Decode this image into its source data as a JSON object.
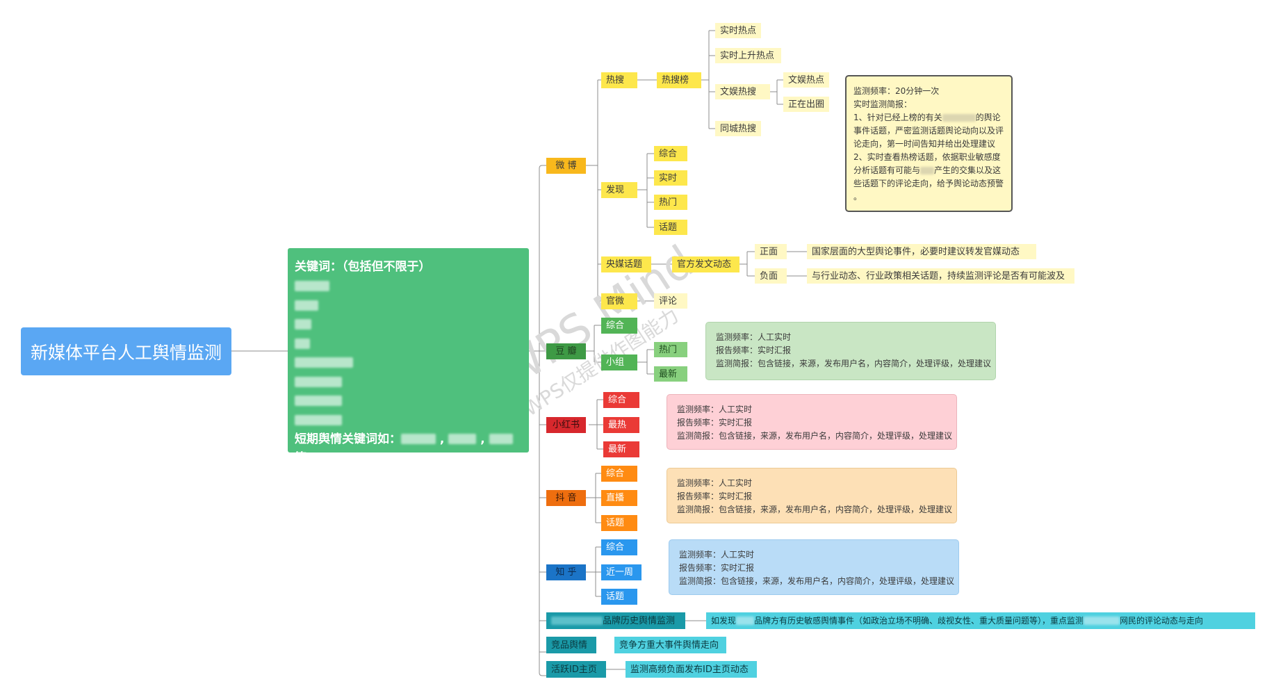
{
  "root": "新媒体平台人工舆情监测",
  "keywords": {
    "title": "关键词：（包括但不限于）",
    "short_label": "短期舆情关键词如：",
    "short_suffix": "等"
  },
  "platforms": {
    "weibo": {
      "label": "微 博",
      "hot": "热搜",
      "hotlist": "热搜榜",
      "realtime_hot": "实时热点",
      "rising_hot": "实时上升热点",
      "ent_hot": "文娱热搜",
      "ent_hotspot": "文娱热点",
      "showing": "正在出圈",
      "city_hot": "同城热搜",
      "discover": "发现",
      "discover_items": [
        "综合",
        "实时",
        "热门",
        "话题"
      ],
      "cctv_topic": "央媒话题",
      "official_post": "官方发文动态",
      "positive": "正面",
      "positive_desc": "国家层面的大型舆论事件，必要时建议转发官媒动态",
      "negative": "负面",
      "negative_desc": "与行业动态、行业政策相关话题，持续监测评论是否有可能波及",
      "official_weibo": "官微",
      "comment": "评论",
      "note": [
        "监测频率：20分钟一次",
        "实时监测简报：",
        "1、针对已经上榜的有关",
        "的舆论",
        "事件话题，严密监测话题舆论动向以及评",
        "论走向，第一时间告知并给出处理建议",
        "2、实时查看热榜话题，依据职业敏感度",
        "分析话题有可能与",
        "产生的交集以及这",
        "些话题下的评论走向，给予舆论动态预警",
        "。"
      ]
    },
    "douban": {
      "label": "豆 瓣",
      "general": "综合",
      "group": "小组",
      "hot": "热门",
      "latest": "最新"
    },
    "xiaohongshu": {
      "label": "小红书",
      "items": [
        "综合",
        "最热",
        "最新"
      ]
    },
    "douyin": {
      "label": "抖 音",
      "items": [
        "综合",
        "直播",
        "话题"
      ]
    },
    "zhihu": {
      "label": "知 乎",
      "items": [
        "综合",
        "近一周",
        "话题"
      ]
    },
    "brand_history": {
      "label": "品牌历史舆情监测",
      "desc_a": "如发现",
      "desc_b": "品牌方有历史敏感舆情事件（如政治立场不明确、歧视女性、重大质量问题等），重点监测",
      "desc_c": "网民的评论动态与走向"
    },
    "competitor": {
      "label": "竞品舆情",
      "desc": "竞争方重大事件舆情走向"
    },
    "active_id": {
      "label": "活跃ID主页",
      "desc": "监测高频负面发布ID主页动态"
    }
  },
  "standard_note": [
    "监测频率：人工实时",
    "报告频率：实时汇报",
    "监测简报：包含链接，来源，发布用户名，内容简介，处理评级，处理建议"
  ],
  "watermark": {
    "main": "WPS Mind",
    "sub": "WPS仅提供作图能力"
  },
  "colors": {
    "root": "#5aa7f3",
    "keywords": "#4fc07d",
    "weibo": "#f8b81c",
    "douban": "#3e9a45",
    "xiaohongshu": "#d7282d",
    "douyin": "#ee6e0f",
    "zhihu": "#1b74c7",
    "teal": "#1a9aa8"
  }
}
